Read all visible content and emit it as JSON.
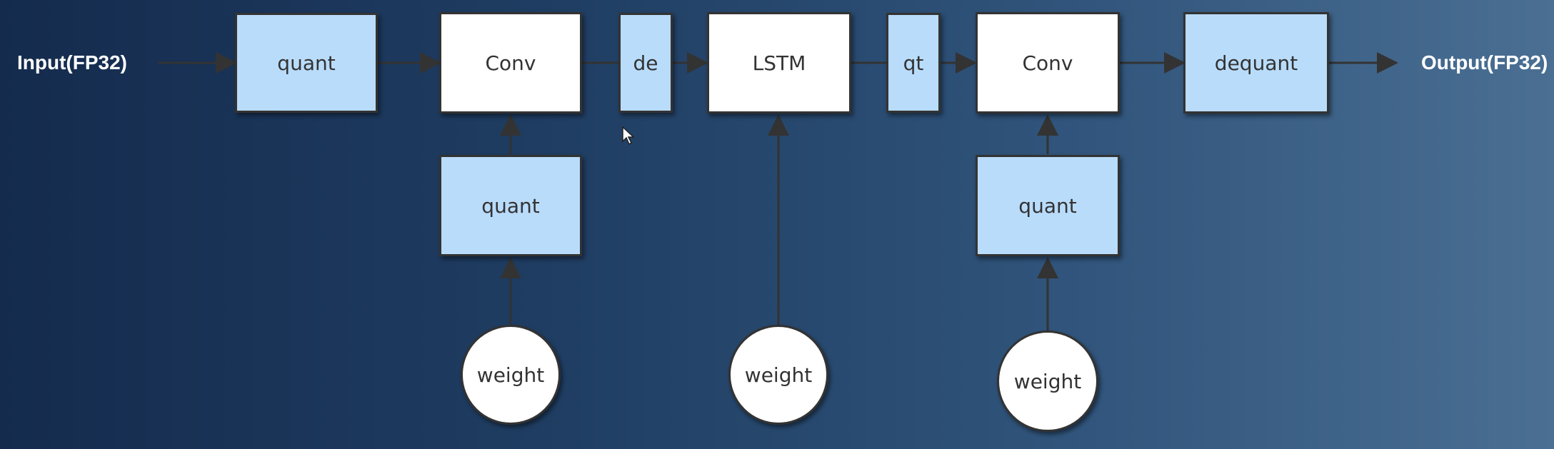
{
  "io": {
    "input": "Input(FP32)",
    "output": "Output(FP32)"
  },
  "nodes": {
    "quant_in": "quant",
    "conv1": "Conv",
    "de": "de",
    "lstm": "LSTM",
    "qt": "qt",
    "conv2": "Conv",
    "dequant": "dequant",
    "quant_w1": "quant",
    "quant_w2": "quant",
    "weight1": "weight",
    "weight2": "weight",
    "weight3": "weight"
  },
  "colors": {
    "quant_fill": "#b9dcfb",
    "op_fill": "#ffffff",
    "stroke": "#333333",
    "io_text": "#ffffff"
  }
}
